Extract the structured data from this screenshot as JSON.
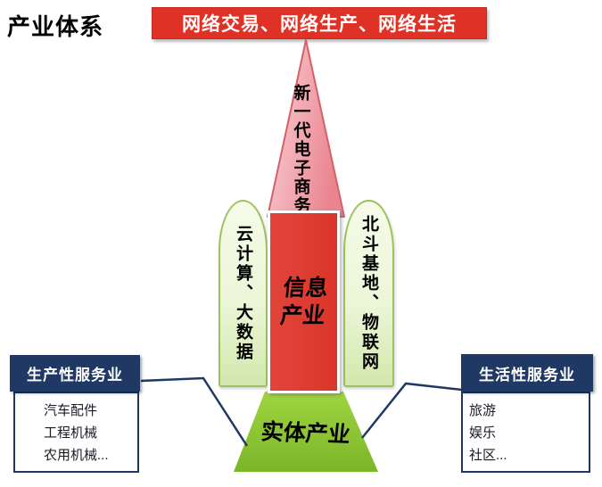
{
  "page": {
    "title": "产业体系"
  },
  "banner": {
    "label": "网络交易、网络生产、网络生活"
  },
  "rocket": {
    "cone_label": "新一代电子商务",
    "body_label": "信息产业",
    "left_booster_label": "云计算、大数据",
    "right_booster_label": "北斗基地、物联网",
    "base_label": "实体产业"
  },
  "left_panel": {
    "title": "生产性服务业",
    "items": [
      "汽车配件",
      "工程机械",
      "农用机械..."
    ]
  },
  "right_panel": {
    "title": "生活性服务业",
    "items": [
      "旅游",
      "娱乐",
      "社区..."
    ]
  },
  "colors": {
    "banner_red": "#e03126",
    "body_red": "#dc372c",
    "cone_pink_light": "#f9d3d8",
    "cone_pink_dark": "#ea858f",
    "cone_border": "#d6606a",
    "booster_green_light": "#f5fbe8",
    "booster_green_dark": "#d2e8ac",
    "booster_border": "#9cc25e",
    "base_green_light": "#a0d440",
    "base_green_dark": "#7ab629",
    "panel_navy": "#1f3864",
    "connector_navy": "#1f3864"
  }
}
